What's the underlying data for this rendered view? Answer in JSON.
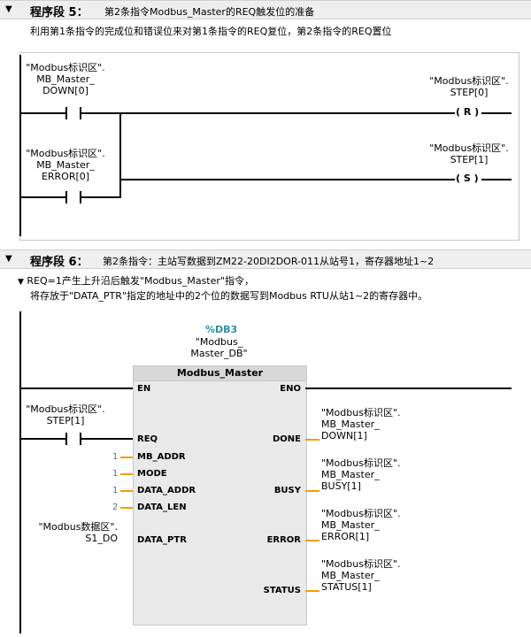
{
  "networks": [
    {
      "label": "程序段 5：",
      "title": "第2条指令Modbus_Master的REQ触发位的准备",
      "comment": "利用第1条指令的完成位和错误位来对第1条指令的REQ复位，第2条指令的REQ置位",
      "contacts": [
        {
          "tag": "\"Modbus标识区\".\nMB_Master_\nDOWN[0]"
        },
        {
          "tag": "\"Modbus标识区\".\nMB_Master_\nERROR[0]"
        }
      ],
      "coils": [
        {
          "tag": "\"Modbus标识区\".\nSTEP[0]",
          "type": "R"
        },
        {
          "tag": "\"Modbus标识区\".\nSTEP[1]",
          "type": "S"
        }
      ]
    },
    {
      "label": "程序段 6：",
      "title": "第2条指令：主站写数据到ZM22-20DI2DOR-011从站号1，寄存器地址1~2",
      "comment_line1": "REQ=1产生上升沿后触发\"Modbus_Master\"指令，",
      "comment_line2": "将存放于\"DATA_PTR\"指定的地址中的2个位的数据写到Modbus RTU从站1~2的寄存器中。",
      "instance_db": "%DB3",
      "instance_name": "\"Modbus_\nMaster_DB\"",
      "block_name": "Modbus_Master",
      "req_contact_tag": "\"Modbus标识区\".\nSTEP[1]",
      "inputs": [
        {
          "pin": "EN",
          "value": ""
        },
        {
          "pin": "REQ",
          "value": ""
        },
        {
          "pin": "MB_ADDR",
          "value": "1"
        },
        {
          "pin": "MODE",
          "value": "1"
        },
        {
          "pin": "DATA_ADDR",
          "value": "1"
        },
        {
          "pin": "DATA_LEN",
          "value": "2"
        },
        {
          "pin": "DATA_PTR",
          "value": "\"Modbus数据区\".\nS1_DO"
        }
      ],
      "outputs": [
        {
          "pin": "ENO",
          "value": ""
        },
        {
          "pin": "DONE",
          "value": "\"Modbus标识区\".\nMB_Master_\nDOWN[1]"
        },
        {
          "pin": "BUSY",
          "value": "\"Modbus标识区\".\nMB_Master_\nBUSY[1]"
        },
        {
          "pin": "ERROR",
          "value": "\"Modbus标识区\".\nMB_Master_\nERROR[1]"
        },
        {
          "pin": "STATUS",
          "value": "\"Modbus标识区\".\nMB_Master_\nSTATUS[1]"
        }
      ]
    }
  ]
}
